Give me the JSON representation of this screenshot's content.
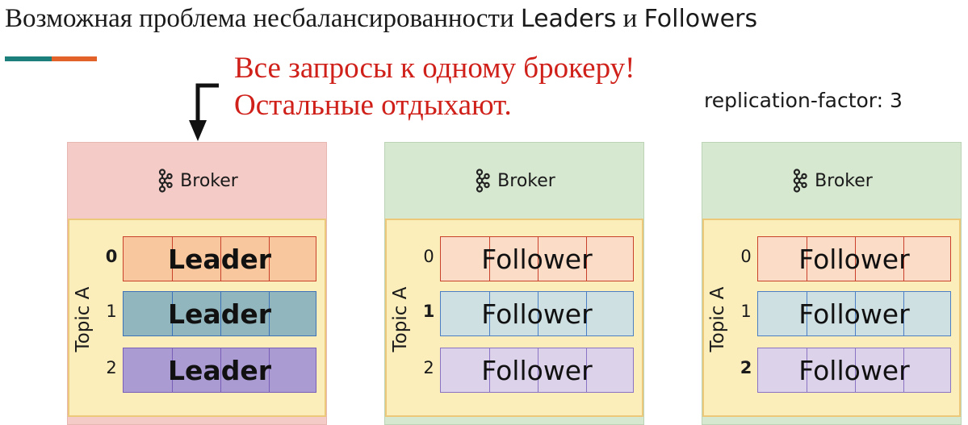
{
  "header": {
    "title_part1": "Возможная проблема несбалансированности ",
    "leaders": "Leaders",
    "and": " и ",
    "followers": "Followers"
  },
  "colors": {
    "accent_teal": "#1c7f7b",
    "accent_orange": "#e3622a",
    "note_red": "#d0201a",
    "broker_overloaded": "#f4cbc6",
    "broker_normal": "#d7e8d1",
    "topic_bg": "#fbeebb",
    "partition0": "#f9c79d",
    "partition1": "#91b6bd",
    "partition2": "#ab9bd3"
  },
  "annotation": {
    "line1": "Все запросы к одному брокеру!",
    "line2": "Остальные отдыхают."
  },
  "replication_factor_label": "replication-factor: 3",
  "brokers": [
    {
      "label": "Broker",
      "icon": "kafka-icon",
      "topic_label": "Topic A",
      "partitions": [
        {
          "index": "0",
          "role": "Leader"
        },
        {
          "index": "1",
          "role": "Leader"
        },
        {
          "index": "2",
          "role": "Leader"
        }
      ]
    },
    {
      "label": "Broker",
      "icon": "kafka-icon",
      "topic_label": "Topic A",
      "partitions": [
        {
          "index": "0",
          "role": "Follower"
        },
        {
          "index": "1",
          "role": "Follower"
        },
        {
          "index": "2",
          "role": "Follower"
        }
      ]
    },
    {
      "label": "Broker",
      "icon": "kafka-icon",
      "topic_label": "Topic A",
      "partitions": [
        {
          "index": "0",
          "role": "Follower"
        },
        {
          "index": "1",
          "role": "Follower"
        },
        {
          "index": "2",
          "role": "Follower"
        }
      ]
    }
  ]
}
